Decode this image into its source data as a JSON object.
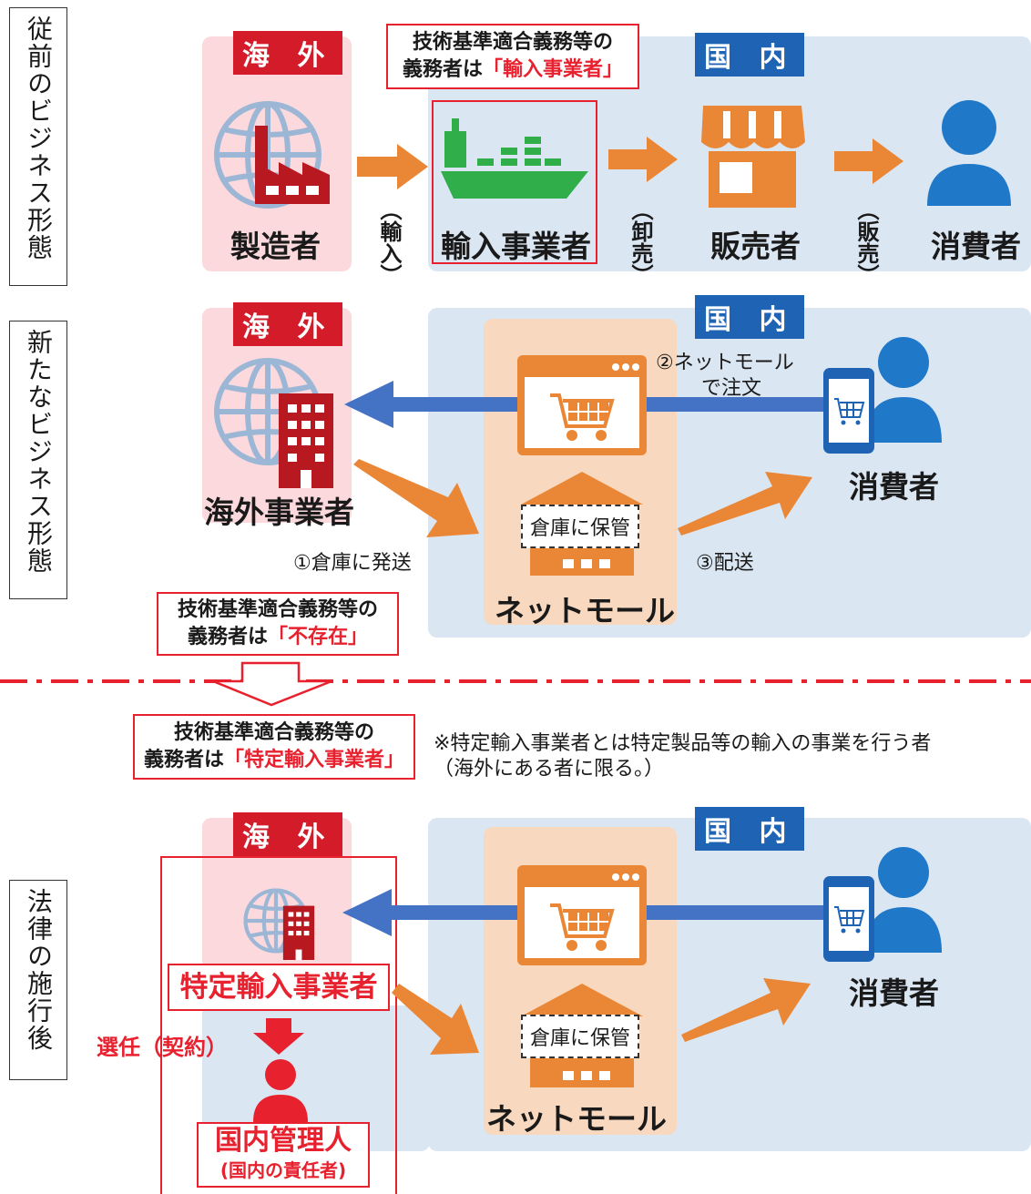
{
  "colors": {
    "overseas_bg": "#fbd9dd",
    "domestic_bg": "#dbe6f3",
    "mall_bg": "#f8d8be",
    "red_accent": "#e8212f",
    "badge_red": "#d31b2a",
    "badge_blue": "#1f63b5",
    "arrow_orange": "#ea8736",
    "arrow_blue": "#4472c4",
    "ship_green": "#2fae4a",
    "person_blue": "#1f78c8"
  },
  "rows": {
    "previous": {
      "label": "従前のビジネス形態",
      "overseas_badge": "海 外",
      "domestic_badge": "国 内",
      "obligation_line1": "技術基準適合義務等の",
      "obligation_line2_prefix": "義務者は",
      "obligation_line2_red": "「輸入事業者」",
      "manufacturer": "製造者",
      "import_label": "（輸入）",
      "importer": "輸入事業者",
      "wholesale_label": "（卸売）",
      "seller": "販売者",
      "sale_label": "（販売）",
      "consumer": "消費者",
      "icons": [
        "globe-icon",
        "factory-icon",
        "ship-icon",
        "store-icon",
        "person-icon"
      ]
    },
    "new": {
      "label": "新たなビジネス形態",
      "overseas_badge": "海 外",
      "domestic_badge": "国 内",
      "overseas_business": "海外事業者",
      "step1": "①倉庫に発送",
      "step2_line1": "②ネットモール",
      "step2_line2": "で注文",
      "step3": "③配送",
      "warehouse": "倉庫に保管",
      "net_mall": "ネットモール",
      "consumer": "消費者",
      "obligation_line1": "技術基準適合義務等の",
      "obligation_line2_prefix": "義務者は",
      "obligation_line2_red": "「不存在」",
      "icons": [
        "globe-icon",
        "building-icon",
        "browser-cart-icon",
        "warehouse-icon",
        "smartphone-icon",
        "person-icon"
      ]
    },
    "after": {
      "label": "法律の施行後",
      "obligation_line1": "技術基準適合義務等の",
      "obligation_line2_prefix": "義務者は",
      "obligation_line2_red": "「特定輸入事業者」",
      "footnote_line1": "※特定輸入事業者とは特定製品等の輸入の事業を行う者",
      "footnote_line2": "（海外にある者に限る。）",
      "overseas_badge": "海 外",
      "domestic_badge": "国 内",
      "specified_importer": "特定輸入事業者",
      "appointment": "選任（契約）",
      "domestic_manager": "国内管理人",
      "domestic_manager_sub": "(国内の責任者)",
      "warehouse": "倉庫に保管",
      "net_mall": "ネットモール",
      "consumer": "消費者",
      "icons": [
        "globe-icon",
        "building-icon",
        "browser-cart-icon",
        "warehouse-icon",
        "smartphone-icon",
        "person-icon"
      ]
    }
  }
}
